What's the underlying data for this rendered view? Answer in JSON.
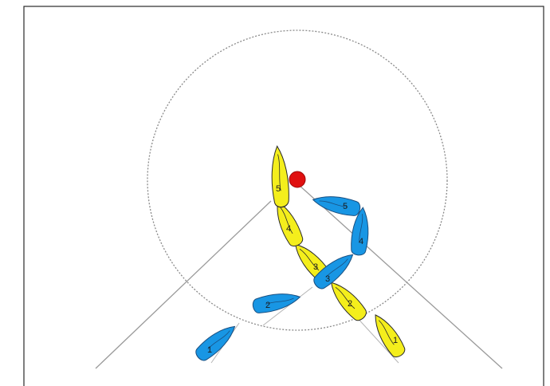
{
  "colors": {
    "background": "#ffffff",
    "frame": "#2a2a2a",
    "circle": "#8a8a8a",
    "track_line": "#9a9a9a",
    "mark": "#e01010",
    "yellow_boat": "#f4ee1c",
    "blue_boat": "#1896e4",
    "boat_outline": "#2b2b2b"
  },
  "mark": {
    "icon": "red-mark-buoy"
  },
  "yellow_boat": {
    "positions": [
      {
        "label": "1"
      },
      {
        "label": "2"
      },
      {
        "label": "3"
      },
      {
        "label": "4"
      },
      {
        "label": "5"
      }
    ]
  },
  "blue_boat": {
    "positions": [
      {
        "label": "1"
      },
      {
        "label": "2"
      },
      {
        "label": "3"
      },
      {
        "label": "4"
      },
      {
        "label": "5"
      }
    ]
  }
}
